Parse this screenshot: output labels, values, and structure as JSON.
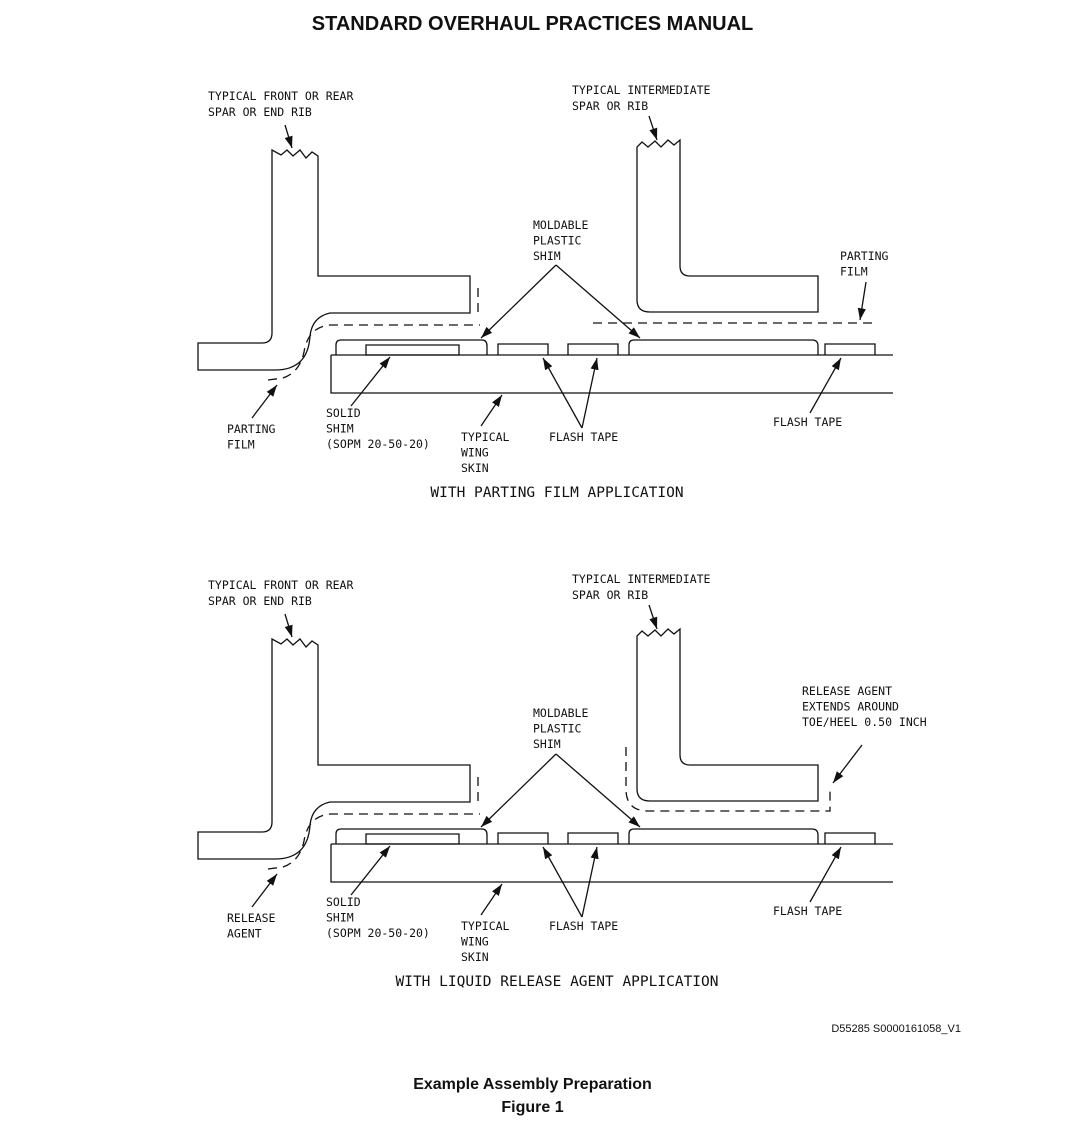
{
  "header": {
    "title": "STANDARD OVERHAUL PRACTICES MANUAL"
  },
  "figures": [
    {
      "caption": "WITH PARTING FILM APPLICATION",
      "labels": {
        "front_rear_spar": [
          "TYPICAL FRONT OR REAR",
          "SPAR OR END RIB"
        ],
        "intermediate_spar": [
          "TYPICAL INTERMEDIATE",
          "SPAR OR RIB"
        ],
        "moldable_shim": [
          "MOLDABLE",
          "PLASTIC",
          "SHIM"
        ],
        "right_callout": [
          "PARTING",
          "FILM"
        ],
        "left_callout": [
          "PARTING",
          "FILM"
        ],
        "solid_shim": [
          "SOLID",
          "SHIM",
          "(SOPM 20-50-20)"
        ],
        "wing_skin": [
          "TYPICAL",
          "WING",
          "SKIN"
        ],
        "flash_tape_center": [
          "FLASH TAPE"
        ],
        "flash_tape_right": [
          "FLASH TAPE"
        ]
      }
    },
    {
      "caption": "WITH LIQUID RELEASE AGENT APPLICATION",
      "labels": {
        "front_rear_spar": [
          "TYPICAL FRONT OR REAR",
          "SPAR OR END RIB"
        ],
        "intermediate_spar": [
          "TYPICAL INTERMEDIATE",
          "SPAR OR RIB"
        ],
        "moldable_shim": [
          "MOLDABLE",
          "PLASTIC",
          "SHIM"
        ],
        "right_callout": [
          "RELEASE AGENT",
          "EXTENDS AROUND",
          "TOE/HEEL 0.50 INCH"
        ],
        "left_callout": [
          "RELEASE",
          "AGENT"
        ],
        "solid_shim": [
          "SOLID",
          "SHIM",
          "(SOPM 20-50-20)"
        ],
        "wing_skin": [
          "TYPICAL",
          "WING",
          "SKIN"
        ],
        "flash_tape_center": [
          "FLASH TAPE"
        ],
        "flash_tape_right": [
          "FLASH TAPE"
        ]
      }
    }
  ],
  "drawing_id": "D55285 S0000161058_V1",
  "figure_title": "Example Assembly Preparation",
  "figure_number": "Figure 1"
}
